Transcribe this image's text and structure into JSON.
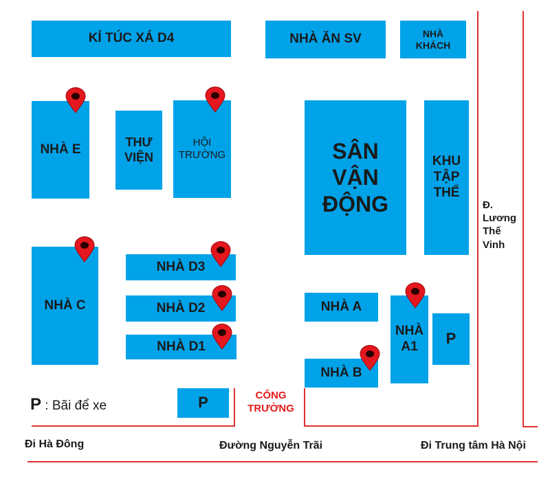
{
  "buildings": {
    "ktx_d4": "KÍ TÚC XÁ D4",
    "nha_an": "NHÀ ĂN SV",
    "nha_khach": "NHÀ\nKHÁCH",
    "nha_e": "NHÀ E",
    "thu_vien": "THƯ\nVIỆN",
    "hoi_truong": "HỘI\nTRƯỜNG",
    "san_van_dong": "SÂN\nVẬN\nĐỘNG",
    "khu_tap_the": "KHU\nTẬP\nTHỂ",
    "nha_c": "NHÀ C",
    "nha_d3": "NHÀ D3",
    "nha_d2": "NHÀ D2",
    "nha_d1": "NHÀ D1",
    "nha_a": "NHÀ A",
    "nha_a1": "NHÀ\nA1",
    "nha_b": "NHÀ B",
    "parking_1": "P",
    "parking_2": "P"
  },
  "gate": "CỔNG\nTRƯỜNG",
  "legend": {
    "symbol": "P",
    "text": " : Bãi để xe"
  },
  "roads": {
    "luong_the_vinh": "Đ.\nLương\nThế\nVinh",
    "left_dir": "Đi Hà Đông",
    "center": "Đường Nguyễn Trãi",
    "right_dir": "Đi Trung tâm Hà Nội"
  },
  "colors": {
    "building": "#00a2e8",
    "road_line": "#e03030",
    "pin": "#e3171d",
    "gate_text": "#e21b1b"
  },
  "marker_icon": "map-pin-icon"
}
